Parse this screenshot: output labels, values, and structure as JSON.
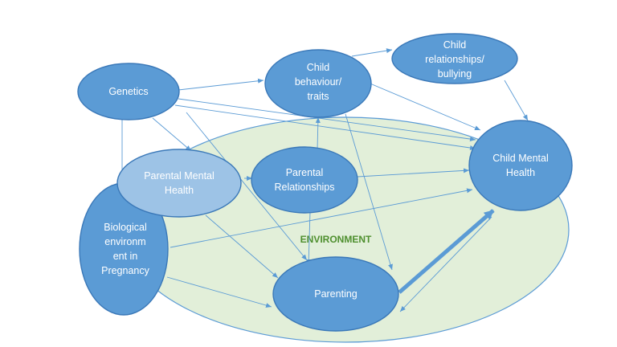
{
  "environment": {
    "label": "ENVIRONMENT"
  },
  "nodes": {
    "genetics": {
      "lines": [
        "Genetics"
      ]
    },
    "child_behaviour": {
      "lines": [
        "Child",
        "behaviour/",
        "traits"
      ]
    },
    "child_relationships": {
      "lines": [
        "Child",
        "relationships/",
        "bullying"
      ]
    },
    "child_mental_health": {
      "lines": [
        "Child Mental",
        "Health"
      ]
    },
    "parental_mental_health": {
      "lines": [
        "Parental Mental",
        "Health"
      ]
    },
    "parental_relationships": {
      "lines": [
        "Parental",
        "Relationships"
      ]
    },
    "biological_environment": {
      "lines": [
        "Biological",
        "environm",
        "ent in",
        "Pregnancy"
      ]
    },
    "parenting": {
      "lines": [
        "Parenting"
      ]
    }
  },
  "colors": {
    "node_fill": "#5b9bd5",
    "node_light_fill": "#9dc3e6",
    "node_stroke": "#3a78b8",
    "environment_fill": "#e2efd9",
    "environment_label": "#4e8f2e",
    "arrow": "#5b9bd5"
  }
}
